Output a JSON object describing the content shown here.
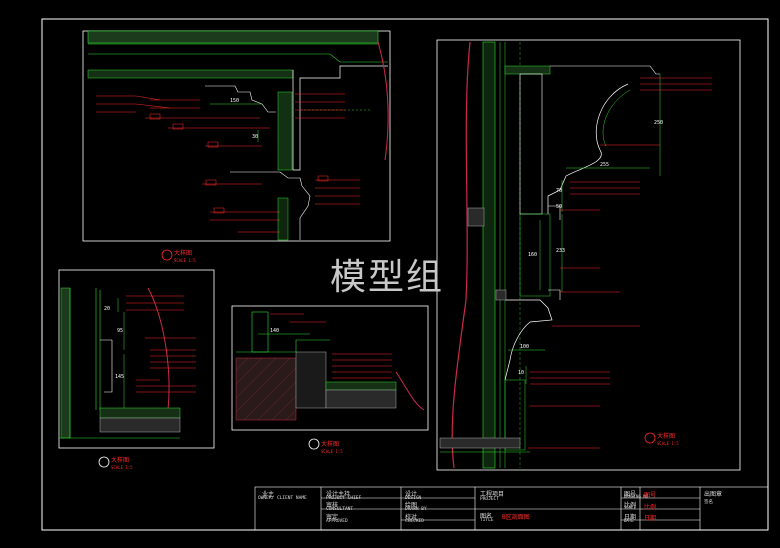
{
  "watermark": "模型组",
  "detail_markers": [
    {
      "label": "大样图",
      "scale": "SCALE 1:5"
    },
    {
      "label": "大样图",
      "scale": "SCALE 1:5"
    },
    {
      "label": "大样图",
      "scale": "SCALE 1:5"
    },
    {
      "label": "大样图",
      "scale": "SCALE 1:5"
    }
  ],
  "dimensions": {
    "d150": "150",
    "d30": "30",
    "d140": "140",
    "d20": "20",
    "d95": "95",
    "d145": "145",
    "d250": "250",
    "d255": "255",
    "d70": "70",
    "d50": "50",
    "d160": "160",
    "d233": "233",
    "d100": "100",
    "d10": "10"
  },
  "title_block": {
    "owner_cn": "业主",
    "owner_en": "OWNER/ CLIENT NAME",
    "design_cn": "设计主持",
    "design_en": "PROJECT CHIEF",
    "review_cn": "审核",
    "review_en": "CONSULTANT",
    "approve_cn": "审定",
    "approve_en": "APPROVED",
    "designer_cn": "设计",
    "designer_en": "DESIGN",
    "drawing_cn": "绘图",
    "drawing_en": "DRAWN BY",
    "check_cn": "校对",
    "check_en": "CHECKED",
    "project_cn": "工程项目",
    "project_en": "PROJECT",
    "title_cn": "图名",
    "title_en": "TITLE",
    "title_value": "B区剖面图",
    "drawing_no_cn": "图号",
    "drawing_no_en": "DRAWING NO.",
    "drawing_no_value": "图号",
    "scale_cn": "比例",
    "scale_en": "SCALE",
    "scale_value": "比例",
    "date_cn": "日期",
    "date_en": "DATE",
    "date_value": "日期",
    "stamp_cn": "出图章",
    "stamp_sub": "签名"
  }
}
